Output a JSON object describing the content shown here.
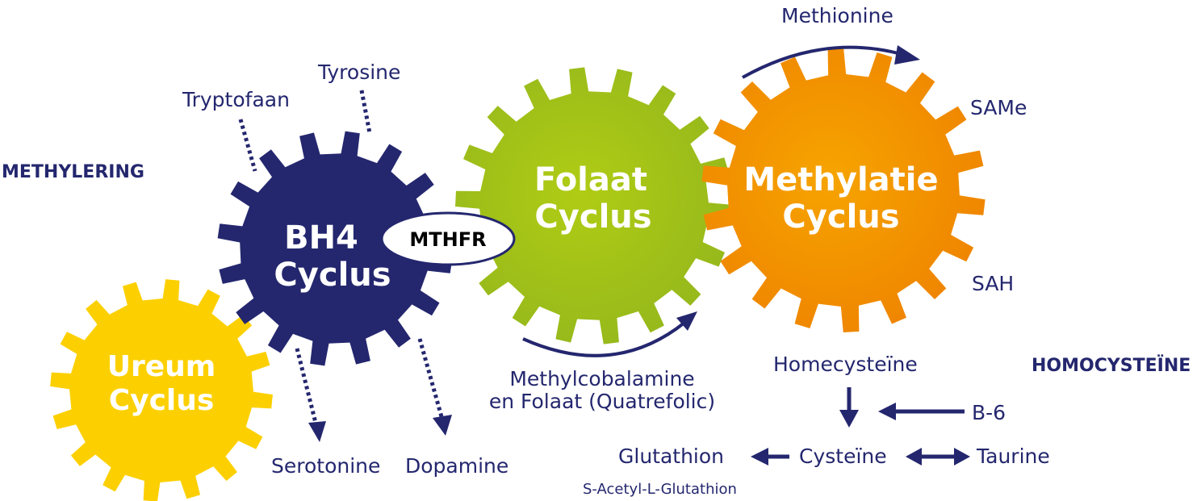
{
  "colors": {
    "navy": "#24276e",
    "yellow": "#fcd000",
    "green": "#a2c21a",
    "orange": "#f39200",
    "white": "#ffffff"
  },
  "gears": {
    "ureum": {
      "line1": "Ureum",
      "line2": "Cyclus"
    },
    "bh4": {
      "line1": "BH4",
      "line2": "Cyclus"
    },
    "folaat": {
      "line1": "Folaat",
      "line2": "Cyclus"
    },
    "methylatie": {
      "line1": "Methylatie",
      "line2": "Cyclus"
    }
  },
  "mthfr": "MTHFR",
  "labels": {
    "methylering": "METHYLERING",
    "homocysteine_heading": "HOMOCYSTEÏNE",
    "tryptofaan": "Tryptofaan",
    "tyrosine": "Tyrosine",
    "serotonine": "Serotonine",
    "dopamine": "Dopamine",
    "methionine": "Methionine",
    "same": "SAMe",
    "sah": "SAH",
    "methylcobalamine_line1": "Methylcobalamine",
    "methylcobalamine_line2": "en Folaat (Quatrefolic)",
    "homecysteine": "Homecysteïne",
    "b6": "B-6",
    "cysteine": "Cysteïne",
    "taurine": "Taurine",
    "glutathion": "Glutathion",
    "s_acetyl": "S-Acetyl-L-Glutathion"
  }
}
